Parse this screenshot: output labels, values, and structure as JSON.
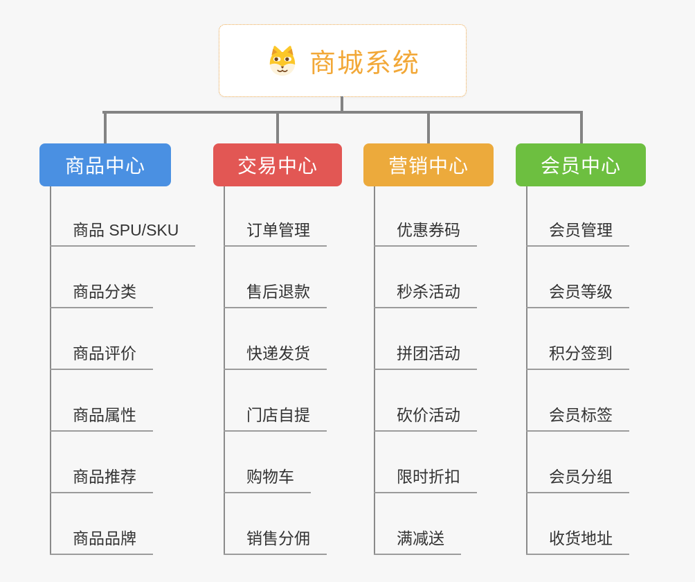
{
  "root": {
    "title": "商城系统",
    "title_color": "#f2a838",
    "border_color": "#eda94e",
    "icon": "dog-face-icon"
  },
  "branches": [
    {
      "label": "商品中心",
      "color": "#4a90e2",
      "items": [
        "商品 SPU/SKU",
        "商品分类",
        "商品评价",
        "商品属性",
        "商品推荐",
        "商品品牌"
      ]
    },
    {
      "label": "交易中心",
      "color": "#e25754",
      "items": [
        "订单管理",
        "售后退款",
        "快递发货",
        "门店自提",
        "购物车",
        "销售分佣"
      ]
    },
    {
      "label": "营销中心",
      "color": "#ecaa3c",
      "items": [
        "优惠券码",
        "秒杀活动",
        "拼团活动",
        "砍价活动",
        "限时折扣",
        "满减送"
      ]
    },
    {
      "label": "会员中心",
      "color": "#6dbf40",
      "items": [
        "会员管理",
        "会员等级",
        "积分签到",
        "会员标签",
        "会员分组",
        "收货地址"
      ]
    }
  ],
  "connector_color": "#838383"
}
